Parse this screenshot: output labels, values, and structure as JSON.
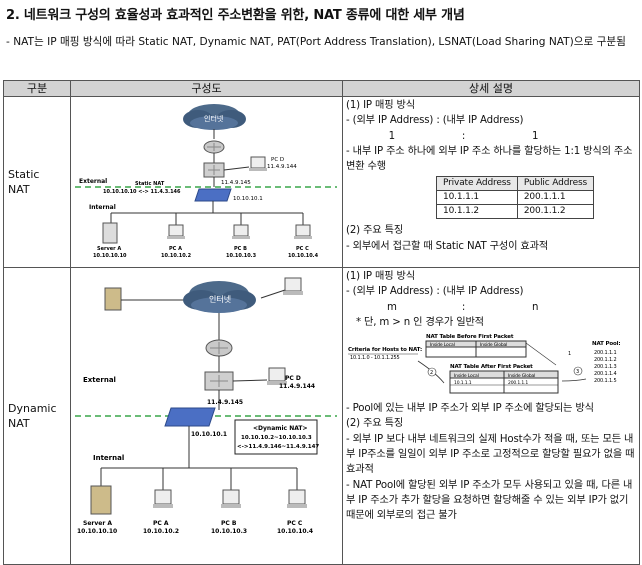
{
  "title": "2. 네트워크 구성의 효율성과 효과적인 주소변환을 위한, NAT 종류에 대한 세부 개념",
  "intro": "- NAT는 IP 매핑 방식에 따라 Static NAT, Dynamic NAT, PAT(Port Address Translation), LSNAT(Load Sharing NAT)으로 구분됨",
  "table": {
    "headers": [
      "구분",
      "구성도",
      "상세 설명"
    ],
    "static": {
      "label": "Static NAT",
      "diagram": {
        "cloud": "인터넷",
        "pc_d": [
          "PC D",
          "11.4.9.144"
        ],
        "router_ip": "11.4.9.145",
        "external": "External",
        "static_nat": "Static NAT",
        "mapping": "10.10.10.10 <-> 11.4.3.146",
        "internal": "Internal",
        "switch_ip": "10.10.10.1",
        "hosts": [
          [
            "Server A",
            "10.10.10.10"
          ],
          [
            "PC A",
            "10.10.10.2"
          ],
          [
            "PC B",
            "10.10.10.3"
          ],
          [
            "PC C",
            "10.10.10.4"
          ]
        ]
      },
      "desc": {
        "h1": "(1) IP 매핑 방식",
        "map": "- (외부 IP Address) : (내부 IP Address)",
        "ratio": [
          "1",
          ":",
          "1"
        ],
        "note": "- 내부 IP 주소 하나에 외부 IP 주소 하나를 할당하는 1:1 방식의 주소 변환 수행",
        "addr_headers": [
          "Private Address",
          "Public Address"
        ],
        "addr_rows": [
          [
            "10.1.1.1",
            "200.1.1.1"
          ],
          [
            "10.1.1.2",
            "200.1.1.2"
          ]
        ],
        "h2": "(2) 주요 특징",
        "feature": "- 외부에서 접근할 때 Static NAT 구성이 효과적"
      }
    },
    "dynamic": {
      "label": "Dynamic NAT",
      "diagram": {
        "cloud": "인터넷",
        "external": "External",
        "pc_d": [
          "PC D",
          "11.4.9.144"
        ],
        "router_ip": "11.4.9.145",
        "switch_ip": "10.10.10.1",
        "box_title": "<Dynamic NAT>",
        "box_line1": "10.10.10.2~10.10.10.3",
        "box_line2": "<->11.4.9.146~11.4.9.147",
        "internal": "Internal",
        "hosts": [
          [
            "Server A",
            "10.10.10.10"
          ],
          [
            "PC A",
            "10.10.10.2"
          ],
          [
            "PC B",
            "10.10.10.3"
          ],
          [
            "PC C",
            "10.10.10.4"
          ]
        ]
      },
      "desc": {
        "h1": "(1) IP 매핑 방식",
        "map": "- (외부 IP Address) : (내부 IP Address)",
        "ratio": [
          "m",
          ":",
          "n"
        ],
        "star": "* 단, m > n 인 경우가 일반적",
        "fig": {
          "before": "NAT Table Before First Packet",
          "after": "NAT Table After First Packet",
          "inside_local": "Inside Local",
          "inside_global": "Inside Global",
          "criteria": "Criteria for Hosts to NAT:",
          "range": "10.1.1.0 - 10.1.1.255",
          "after_local": "10.1.1.1",
          "after_global": "200.1.1.1",
          "pool_title": "NAT Pool:",
          "pool": [
            "200.1.1.1",
            "200.1.1.2",
            "200.1.1.3",
            "200.1.1.4",
            "200.1.1.5"
          ],
          "num1": "1",
          "num2": "2",
          "num3": "3"
        },
        "pool_note": "- Pool에 있는 내부 IP 주소가 외부 IP 주소에 할당되는 방식",
        "h2": "(2) 주요 특징",
        "f1": "- 외부 IP 보다 내부 네트워크의 실제 Host수가 적을 때, 또는 모든 내부 IP주소를 일일이 외부 IP 주소로 고정적으로 할당할 필요가 없을 때 효과적",
        "f2": "- NAT Pool에 할당된 외부 IP 주소가 모두 사용되고 있을 때, 다른 내부 IP 주소가 추가 할당을 요청하면 할당해줄 수 있는 외부 IP가 없기 때문에 외부로의 접근 불가"
      }
    }
  }
}
